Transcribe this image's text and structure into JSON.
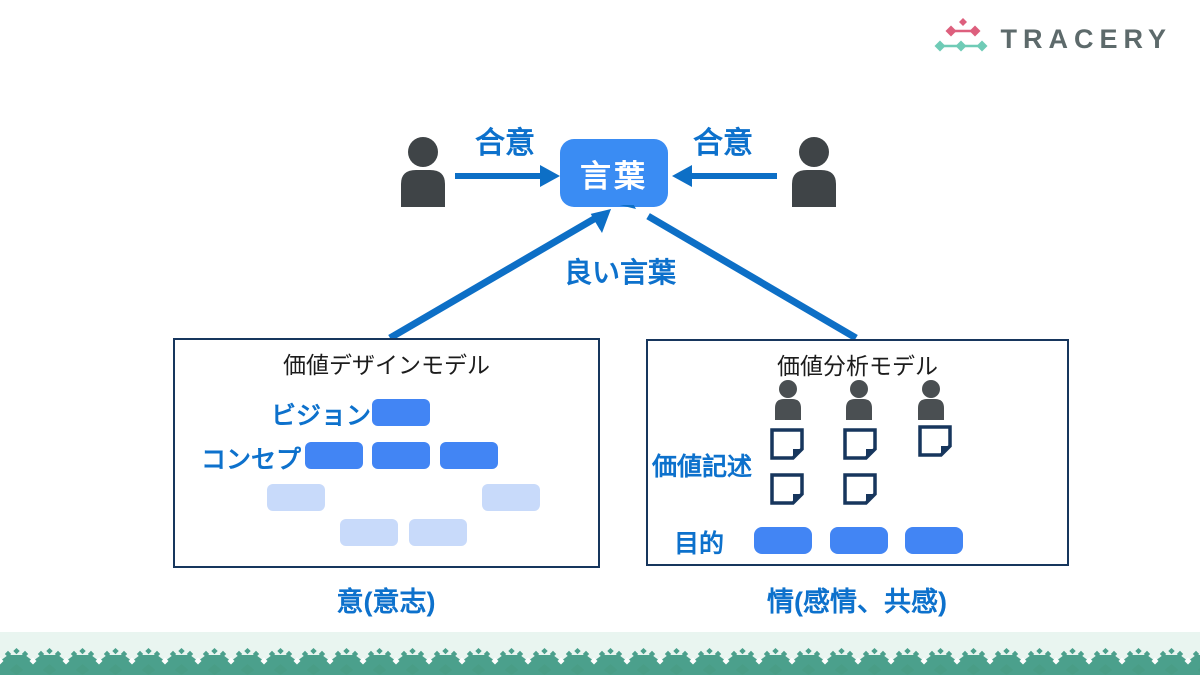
{
  "logo": {
    "text": "TRACERY"
  },
  "top": {
    "agreement_left": "合意",
    "agreement_right": "合意",
    "words_box": "言葉",
    "good_words": "良い言葉"
  },
  "left_panel": {
    "title": "価値デザインモデル",
    "vision_label": "ビジョン",
    "concept_label": "コンセプト",
    "vision_blocks": 1,
    "concept_blocks": 3,
    "sub_blocks": 4,
    "caption": "意(意志)"
  },
  "right_panel": {
    "title": "価値分析モデル",
    "value_desc_label": "価値記述",
    "purpose_label": "目的",
    "person_count": 3,
    "note_counts": [
      2,
      2,
      1
    ],
    "purpose_blocks": 3,
    "caption": "情(感情、共感)"
  },
  "colors": {
    "primary_blue": "#4285f4",
    "light_blue": "#c8dafa",
    "accent_blue_text": "#0d71cc",
    "arrow_blue": "#0d6fc6",
    "words_box_blue": "#3a8cf3",
    "navy_border": "#17365d",
    "person_gray": "#3f4447",
    "teal_band": "#4ba08c",
    "mint": "#e9f5f0",
    "logo_pink": "#dd5f7d",
    "logo_teal": "#6fcbb6",
    "logo_text_gray": "#5d6a6b"
  }
}
